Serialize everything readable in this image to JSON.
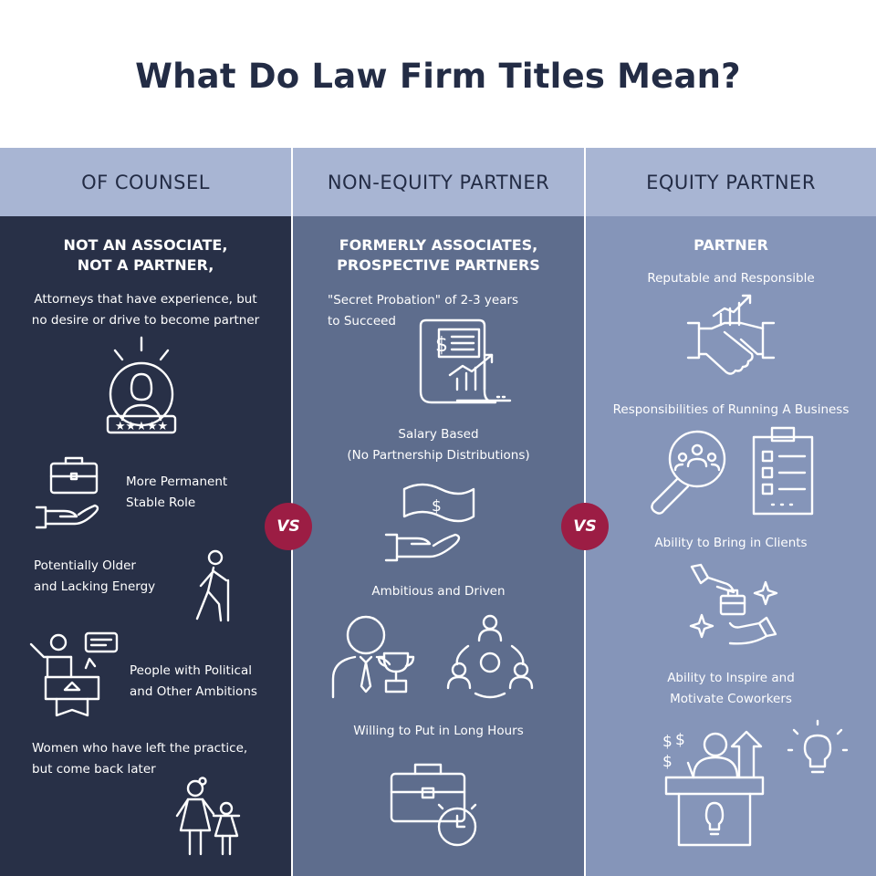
{
  "title": "What Do Law Firm Titles Mean?",
  "vs_label": "VS",
  "columns": [
    {
      "header": "OF COUNSEL",
      "subtitle_line1": "NOT AN ASSOCIATE,",
      "subtitle_line2": "NOT A PARTNER,",
      "items": [
        {
          "line1": "Attorneys that have experience, but",
          "line2": "no desire or drive to become partner",
          "icon": "rated-person-icon"
        },
        {
          "line1": "More Permanent",
          "line2": "Stable Role",
          "icon": "briefcase-hand-icon"
        },
        {
          "line1": "Potentially Older",
          "line2": "and Lacking Energy",
          "icon": "elderly-walker-icon"
        },
        {
          "line1": "People with Political",
          "line2": "and Other Ambitions",
          "icon": "podium-speaker-icon"
        },
        {
          "line1": "Women who have left the practice,",
          "line2": "but come back later",
          "icon": "mother-child-icon"
        }
      ]
    },
    {
      "header": "NON-EQUITY PARTNER",
      "subtitle_line1": "FORMERLY ASSOCIATES,",
      "subtitle_line2": "PROSPECTIVE PARTNERS",
      "items": [
        {
          "line1": "\"Secret Probation\" of 2-3 years",
          "line2": "to Succeed",
          "icon": "financial-report-icon"
        },
        {
          "line1": "Salary Based",
          "line2": "(No Partnership Distributions)",
          "icon": "money-hand-icon"
        },
        {
          "line1": "Ambitious and Driven",
          "icon": "ambitious-team-icon"
        },
        {
          "line1": "Willing to Put in Long Hours",
          "icon": "briefcase-clock-icon"
        }
      ]
    },
    {
      "header": "EQUITY PARTNER",
      "subtitle_line1": "PARTNER",
      "items": [
        {
          "line1": "Reputable and Responsible",
          "icon": "handshake-growth-icon"
        },
        {
          "line1": "Responsibilities of Running A Business",
          "icon": "search-checklist-icon"
        },
        {
          "line1": "Ability to Bring in Clients",
          "icon": "client-handoff-icon"
        },
        {
          "line1": "Ability to Inspire and",
          "line2": "Motivate Coworkers",
          "icon": "inspire-podium-icon"
        }
      ]
    }
  ]
}
